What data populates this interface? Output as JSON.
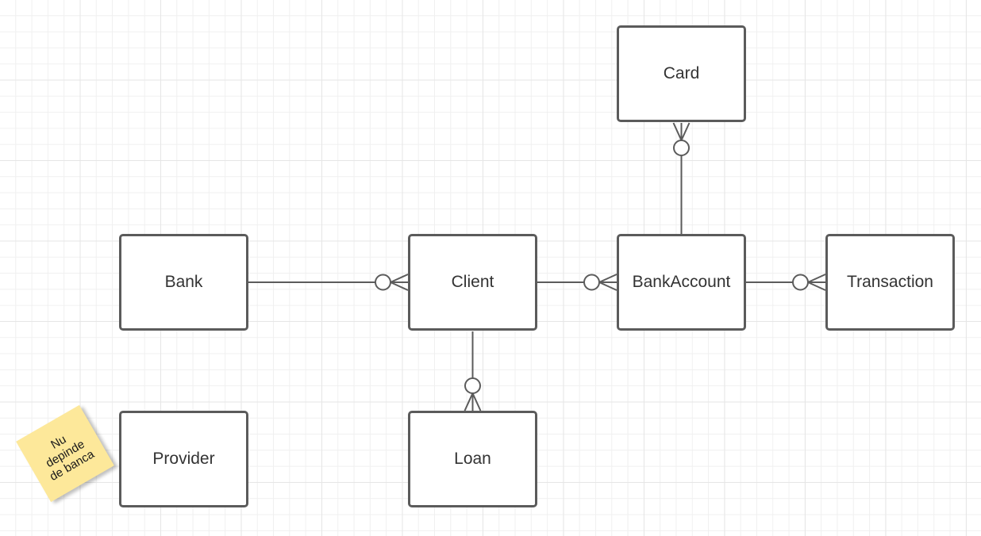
{
  "entities": {
    "card": "Card",
    "bank": "Bank",
    "client": "Client",
    "bank_account": "BankAccount",
    "transaction": "Transaction",
    "provider": "Provider",
    "loan": "Loan"
  },
  "note": {
    "lines": [
      "Nu",
      "depinde",
      "de banca"
    ],
    "color": "#fde89a"
  },
  "relationships": [
    {
      "from": "Bank",
      "to": "Client",
      "cardinality": "zero-or-many"
    },
    {
      "from": "Client",
      "to": "BankAccount",
      "cardinality": "zero-or-many"
    },
    {
      "from": "BankAccount",
      "to": "Transaction",
      "cardinality": "zero-or-many"
    },
    {
      "from": "BankAccount",
      "to": "Card",
      "cardinality": "zero-or-many"
    },
    {
      "from": "Client",
      "to": "Loan",
      "cardinality": "zero-or-many"
    }
  ],
  "colors": {
    "stroke": "#5b5b5b",
    "text": "#333333",
    "grid": "#e6e6e6"
  }
}
